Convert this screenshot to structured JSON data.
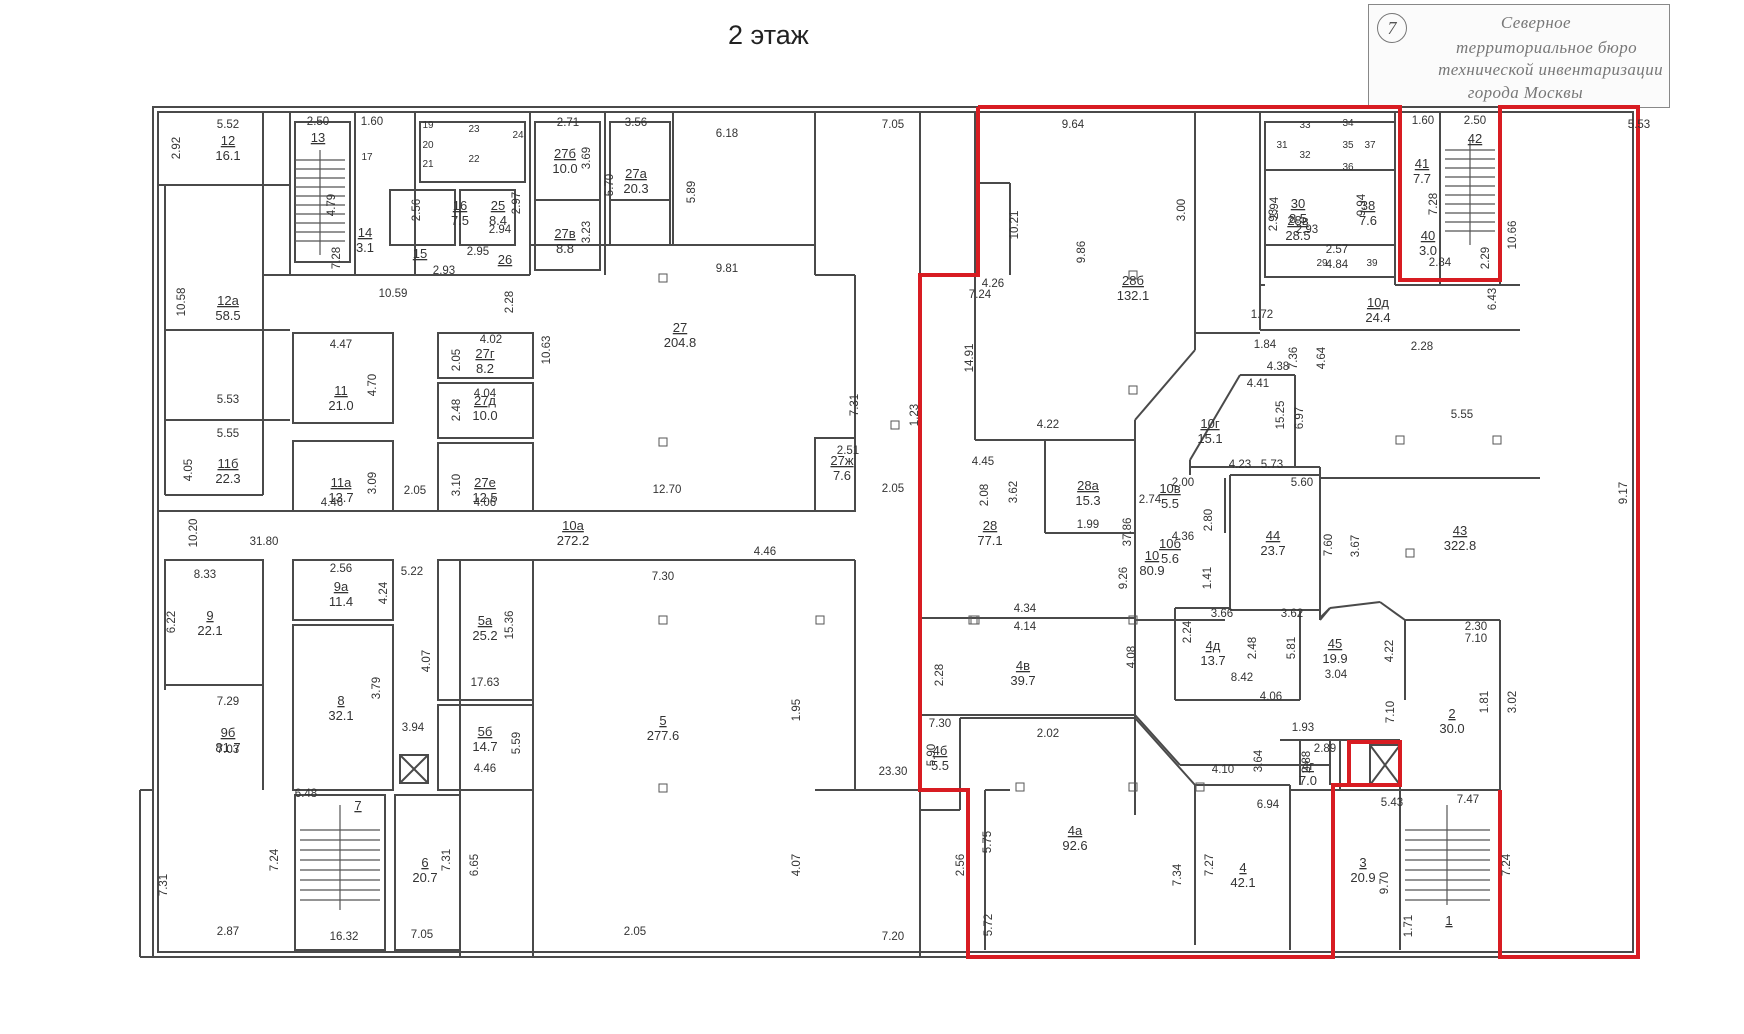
{
  "title": "2 этаж",
  "stamp": {
    "number": "7",
    "lines": [
      "Северное",
      "территориальное бюро",
      "технической инвентаризации",
      "города Москвы"
    ]
  },
  "colors": {
    "wall": "#4a4a4a",
    "highlight": "#d81c22",
    "stair": "#555555"
  },
  "rooms": [
    {
      "id": "12",
      "area": "16.1"
    },
    {
      "id": "13",
      "area": ""
    },
    {
      "id": "12а",
      "area": "58.5"
    },
    {
      "id": "14",
      "area": "3.1"
    },
    {
      "id": "15",
      "area": ""
    },
    {
      "id": "16",
      "area": "7.5"
    },
    {
      "id": "25",
      "area": "8.4"
    },
    {
      "id": "26",
      "area": ""
    },
    {
      "id": "27б",
      "area": "10.0"
    },
    {
      "id": "27в",
      "area": "8.8"
    },
    {
      "id": "27а",
      "area": "20.3"
    },
    {
      "id": "27",
      "area": "204.8"
    },
    {
      "id": "11",
      "area": "21.0"
    },
    {
      "id": "27г",
      "area": "8.2"
    },
    {
      "id": "27д",
      "area": "10.0"
    },
    {
      "id": "11б",
      "area": "22.3"
    },
    {
      "id": "11а",
      "area": "13.7"
    },
    {
      "id": "27е",
      "area": "12.5"
    },
    {
      "id": "27ж",
      "area": "7.6"
    },
    {
      "id": "10а",
      "area": "272.2"
    },
    {
      "id": "9",
      "area": "22.1"
    },
    {
      "id": "9а",
      "area": "11.4"
    },
    {
      "id": "5а",
      "area": "25.2"
    },
    {
      "id": "8",
      "area": "32.1"
    },
    {
      "id": "5б",
      "area": "14.7"
    },
    {
      "id": "9б",
      "area": "81.7"
    },
    {
      "id": "5",
      "area": "277.6"
    },
    {
      "id": "7",
      "area": ""
    },
    {
      "id": "6",
      "area": "20.7"
    },
    {
      "id": "28б",
      "area": "132.1"
    },
    {
      "id": "28в",
      "area": "28.5"
    },
    {
      "id": "30",
      "area": "8.5"
    },
    {
      "id": "38",
      "area": "7.6"
    },
    {
      "id": "41",
      "area": "7.7"
    },
    {
      "id": "42",
      "area": ""
    },
    {
      "id": "40",
      "area": "3.0"
    },
    {
      "id": "10д",
      "area": "24.4"
    },
    {
      "id": "10г",
      "area": "15.1"
    },
    {
      "id": "28а",
      "area": "15.3"
    },
    {
      "id": "28",
      "area": "77.1"
    },
    {
      "id": "10в",
      "area": "5.5"
    },
    {
      "id": "10б",
      "area": "5.6"
    },
    {
      "id": "10",
      "area": "80.9"
    },
    {
      "id": "44",
      "area": "23.7"
    },
    {
      "id": "43",
      "area": "322.8"
    },
    {
      "id": "4в",
      "area": "39.7"
    },
    {
      "id": "4д",
      "area": "13.7"
    },
    {
      "id": "45",
      "area": "19.9"
    },
    {
      "id": "2",
      "area": "30.0"
    },
    {
      "id": "4б",
      "area": "5.5"
    },
    {
      "id": "4а",
      "area": "92.6"
    },
    {
      "id": "4г",
      "area": "7.0"
    },
    {
      "id": "4",
      "area": "42.1"
    },
    {
      "id": "3",
      "area": "20.9"
    },
    {
      "id": "1",
      "area": ""
    }
  ],
  "small_labels": [
    "19",
    "20",
    "21",
    "23",
    "22",
    "24",
    "17",
    "29",
    "31",
    "32",
    "33",
    "34",
    "35",
    "36",
    "37",
    "39"
  ],
  "dimensions": [
    "5.52",
    "2.92",
    "2.50",
    "1.60",
    "2.71",
    "3.56",
    "6.18",
    "7.05",
    "9.64",
    "5.53",
    "1.60",
    "2.50",
    "4.79",
    "7.28",
    "2.56",
    "2.93",
    "2.97",
    "2.94",
    "2.95",
    "3.69",
    "3.23",
    "5.70",
    "5.89",
    "10.58",
    "10.59",
    "2.28",
    "4.47",
    "4.70",
    "5.53",
    "4.02",
    "2.05",
    "2.48",
    "4.04",
    "10.63",
    "9.81",
    "7.31",
    "5.55",
    "4.05",
    "3.09",
    "4.46",
    "3.10",
    "4.06",
    "12.70",
    "2.51",
    "2.05",
    "2.05",
    "10.20",
    "31.80",
    "4.46",
    "2.56",
    "4.24",
    "5.22",
    "8.33",
    "6.22",
    "4.07",
    "15.36",
    "17.63",
    "7.30",
    "1.95",
    "3.79",
    "3.94",
    "5.59",
    "4.46",
    "7.29",
    "7.03",
    "6.48",
    "7.24",
    "7.31",
    "7.31",
    "6.65",
    "4.07",
    "2.87",
    "16.32",
    "7.05",
    "2.05",
    "7.20",
    "23.30",
    "2.56",
    "1.23",
    "7.24",
    "4.26",
    "14.91",
    "10.21",
    "9.86",
    "3.00",
    "2.93",
    "2.94",
    "2.93",
    "2.57",
    "4.84",
    "9.94",
    "7.28",
    "10.66",
    "2.29",
    "2.84",
    "6.43",
    "1.72",
    "1.84",
    "7.36",
    "4.64",
    "2.28",
    "4.38",
    "4.41",
    "15.25",
    "6.97",
    "5.55",
    "4.22",
    "4.45",
    "3.62",
    "2.08",
    "1.99",
    "2.74",
    "2.00",
    "2.80",
    "4.36",
    "1.41",
    "4.23",
    "5.60",
    "5.73",
    "7.60",
    "3.67",
    "37.86",
    "9.26",
    "9.17",
    "4.34",
    "4.14",
    "2.28",
    "4.08",
    "2.24",
    "3.66",
    "3.62",
    "2.48",
    "5.81",
    "8.42",
    "3.04",
    "4.06",
    "4.22",
    "2.30",
    "7.10",
    "7.10",
    "1.81",
    "3.02",
    "7.30",
    "5.90",
    "2.02",
    "1.93",
    "3.64",
    "2.88",
    "2.89",
    "4.10",
    "5.43",
    "7.47",
    "5.75",
    "7.34",
    "6.94",
    "7.27",
    "7.24",
    "1.71",
    "9.70",
    "5.72"
  ]
}
